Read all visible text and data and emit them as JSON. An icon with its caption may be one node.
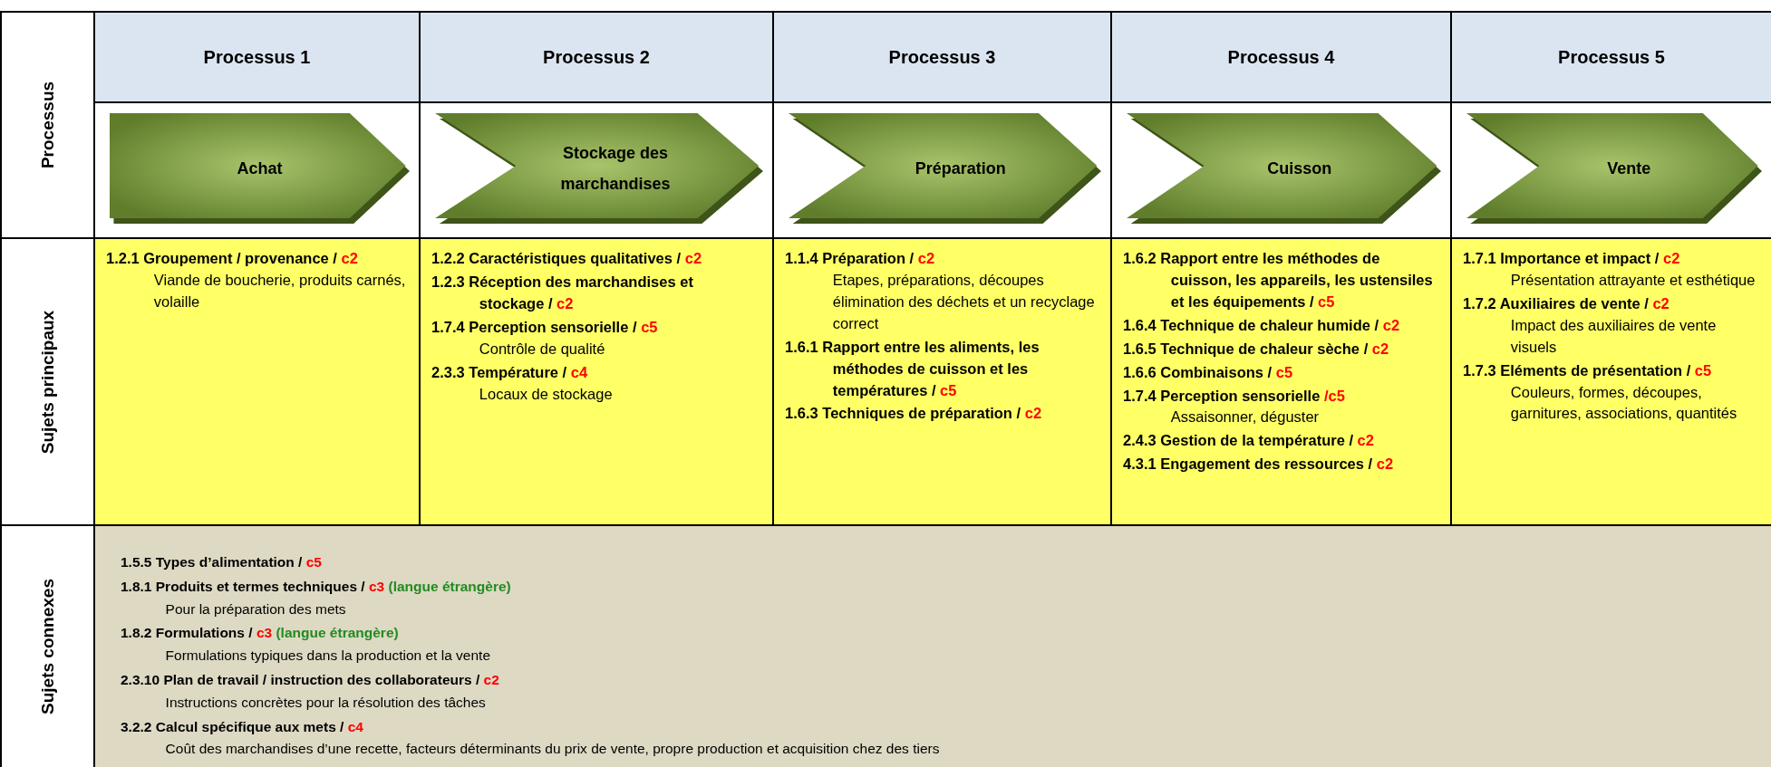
{
  "diagram": {
    "nodes": [
      {
        "text": [
          "Achat"
        ]
      },
      {
        "text": [
          "Stockage des marchandises"
        ]
      },
      {
        "text": [
          "Préparation"
        ]
      },
      {
        "text": [
          "Cuisson"
        ]
      },
      {
        "text": [
          "Vente"
        ]
      }
    ],
    "edges": [],
    "labels": [
      "Processus",
      "Processus 1",
      "Processus 2",
      "Processus 3",
      "Processus 4",
      "Processus 5",
      "Sujets principaux",
      "1.2.1 Groupement / provenance /",
      "c2",
      "Viande de boucherie, produits carnés, volaille",
      "1.2.2 Caractéristiques qualitatives /",
      "c2",
      "1.2.3 Réception des marchandises et stockage /",
      "c2",
      "1.7.4 Perception sensorielle /",
      "c5",
      "Contrôle de qualité",
      "2.3.3 Température /",
      "c4",
      "Locaux de stockage",
      "1.1.4 Préparation /",
      "c2",
      "Etapes, préparations, découpes élimination des déchets et un recyclage correct",
      "1.6.1 Rapport entre les aliments, les méthodes de cuisson et les températures /",
      "c5",
      "1.6.3 Techniques de préparation /",
      "c2",
      "1.6.2 Rapport entre les méthodes de cuisson, les appareils, les ustensiles et les équipements /",
      "c5",
      "1.6.4 Technique de chaleur humide /",
      "c2",
      "1.6.5 Technique de chaleur sèche /",
      "c2",
      "1.6.6 Combinaisons /",
      "c5",
      "1.7.4 Perception sensorielle",
      "/c5",
      "Assaisonner, déguster",
      "2.4.3 Gestion de la température /",
      "c2",
      "4.3.1 Engagement des ressources /",
      "c2",
      "1.7.1 Importance et impact /",
      "c2",
      "Présentation attrayante et esthétique",
      "1.7.2 Auxiliaires de vente /",
      "c2",
      "Impact des auxiliaires de vente visuels",
      "1.7.3 Eléments de présentation /",
      "c5",
      "Couleurs, formes, découpes, garnitures, associations, quantités",
      "Sujets connexes",
      "1.5.5 Types d’alimentation /",
      "c5",
      "1.8.1 Produits et termes techniques /",
      "c3",
      "(langue étrangère)",
      "Pour la préparation des mets",
      "1.8.2 Formulations /",
      "c3",
      "(langue étrangère)",
      "Formulations typiques dans la production et la vente",
      "2.3.10 Plan de travail / instruction des collaborateurs /",
      "c2",
      "Instructions concrètes pour la résolution des tâches",
      "3.2.2 Calcul spécifique aux mets /",
      "c4",
      "Coût des marchandises d’une recette, facteurs déterminants du prix de vente, propre production et acquisition chez des tiers"
    ]
  }
}
